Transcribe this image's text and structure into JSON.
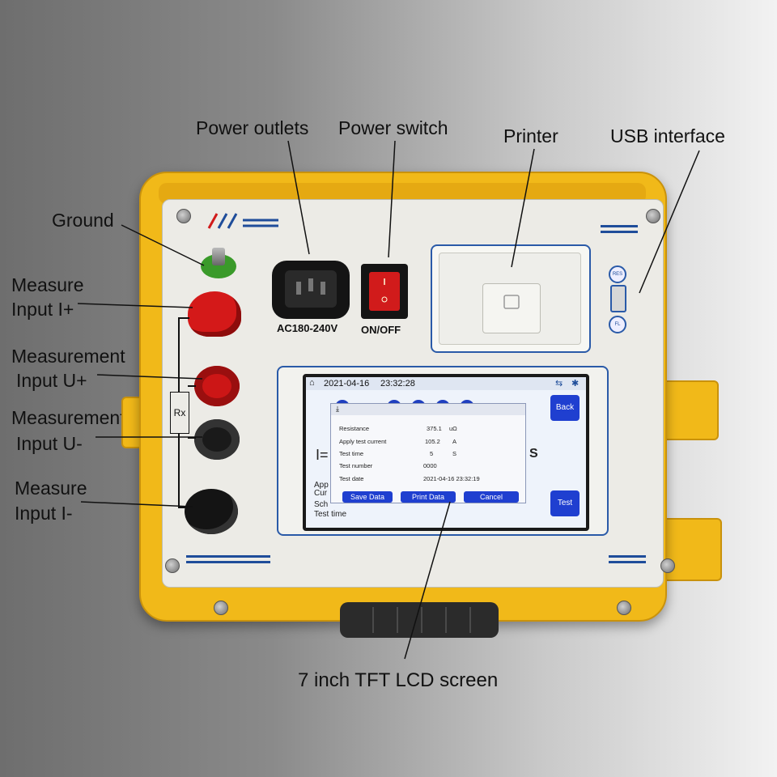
{
  "callouts": {
    "power_outlets": "Power outlets",
    "power_switch": "Power switch",
    "printer": "Printer",
    "usb_interface": "USB interface",
    "ground": "Ground",
    "measure_input_i_plus_line1": "Measure",
    "measure_input_i_plus_line2": "Input I+",
    "measurement_input_u_plus_line1": "Measurement",
    "measurement_input_u_plus_line2": "Input U+",
    "measurement_input_u_minus_line1": "Measurement",
    "measurement_input_u_minus_line2": "Input U-",
    "measure_input_i_minus_line1": "Measure",
    "measure_input_i_minus_line2": "Input I-",
    "lcd_screen": "7 inch TFT LCD screen"
  },
  "panel": {
    "inlet_label": "AC180-240V",
    "switch_label": "ON/OFF",
    "rx_label": "Rx",
    "usb_buttons": [
      "RES",
      "FL"
    ]
  },
  "lcd": {
    "date": "2021-04-16",
    "time": "23:32:28",
    "back_button": "Back",
    "test_button": "Test",
    "background_text": {
      "current_symbol": "I=",
      "unit": "S",
      "line1": "App",
      "line2": "Cur",
      "line3": "Sch",
      "line4": "Test time"
    },
    "dialog": {
      "rows": [
        {
          "label": "Resistance",
          "value": "375.1",
          "unit": "uΩ"
        },
        {
          "label": "Apply test current",
          "value": "105.2",
          "unit": "A"
        },
        {
          "label": "Test time",
          "value": "5",
          "unit": "S"
        },
        {
          "label": "Test number",
          "value": "0000",
          "unit": ""
        },
        {
          "label": "Test date",
          "value": "2021-04-16  23:32:19",
          "unit": ""
        }
      ],
      "buttons": {
        "save": "Save Data",
        "print": "Print Data",
        "cancel": "Cancel"
      }
    }
  },
  "colors": {
    "case_yellow": "#f1b919",
    "panel_stripe_blue": "#1f4d9a",
    "lcd_button_blue": "#1f3fd0",
    "terminal_red": "#d41919"
  }
}
